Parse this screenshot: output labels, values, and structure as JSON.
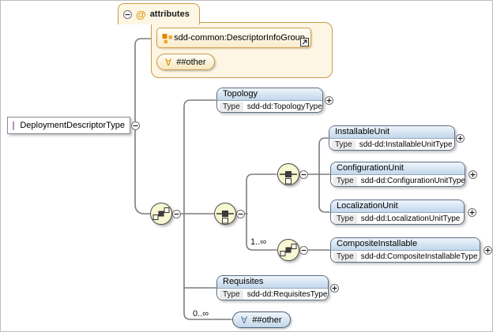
{
  "root": {
    "label": "DeploymentDescriptorType"
  },
  "attributes_group": {
    "title": "attributes",
    "at_symbol": "@",
    "items": [
      {
        "label": "sdd-common:DescriptorInfoGroup",
        "icon": "attribute-group-icon",
        "link_icon": "jump-to-definition-icon"
      },
      {
        "label": "##other",
        "symbol": "∀",
        "icon": "any-attribute-icon"
      }
    ]
  },
  "elements": [
    {
      "name": "Topology",
      "type_label": "Type",
      "type_value": "sdd-dd:TopologyType"
    },
    {
      "name": "InstallableUnit",
      "type_label": "Type",
      "type_value": "sdd-dd:InstallableUnitType"
    },
    {
      "name": "ConfigurationUnit",
      "type_label": "Type",
      "type_value": "sdd-dd:ConfigurationUnitType"
    },
    {
      "name": "LocalizationUnit",
      "type_label": "Type",
      "type_value": "sdd-dd:LocalizationUnitType"
    },
    {
      "name": "CompositeInstallable",
      "type_label": "Type",
      "type_value": "sdd-dd:CompositeInstallableType"
    },
    {
      "name": "Requisites",
      "type_label": "Type",
      "type_value": "sdd-dd:RequisitesType"
    }
  ],
  "any_element": {
    "label": "##other",
    "symbol": "∀",
    "occurrence": "0..∞"
  },
  "compositors": {
    "sequence_icon": "sequence-icon",
    "choice_icon": "choice-icon",
    "sequence_occurrence": "1..∞"
  },
  "colors": {
    "panel_border_orange": "#c89a4a",
    "panel_cream": "#fdf6e4",
    "element_border": "#5c6f85",
    "element_header_blue": "#c2d7eb",
    "compositor_fill": "#f7f7d2",
    "connector_gray": "#7d7d7d"
  }
}
